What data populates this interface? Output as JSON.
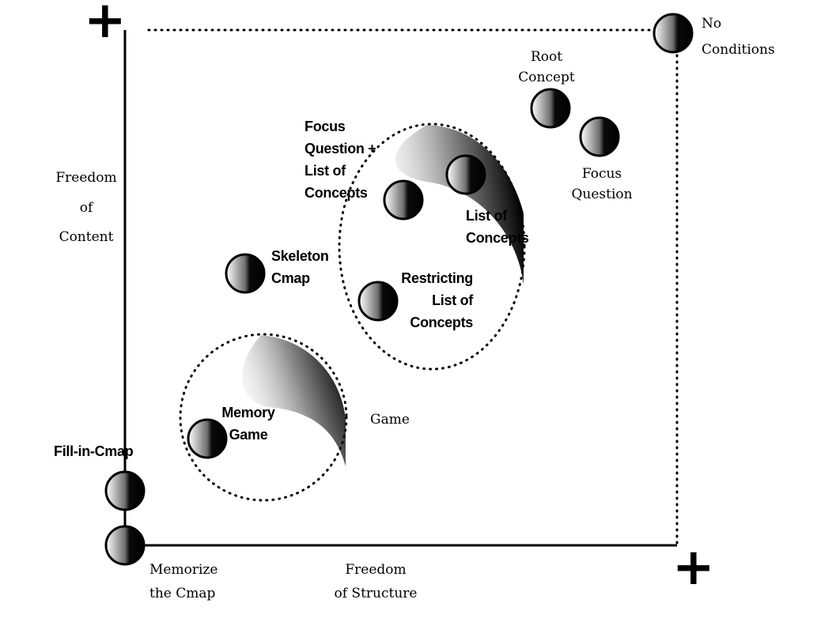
{
  "axes": {
    "y_label_lines": [
      "Freedom",
      "of",
      "Content"
    ],
    "x_label_lines": [
      "Freedom",
      "of Structure"
    ],
    "plus_symbol": "+"
  },
  "nodes": {
    "no_conditions": [
      "No",
      "Conditions"
    ],
    "root_concept": [
      "Root",
      "Concept"
    ],
    "focus_question": [
      "Focus",
      "Question"
    ],
    "focus_question_list": [
      "Focus",
      "Question +",
      "List of",
      "Concepts"
    ],
    "list_of_concepts": [
      "List of",
      "Concepts"
    ],
    "skeleton_cmap": [
      "Skeleton",
      "Cmap"
    ],
    "restricting_list": [
      "Restricting",
      "List of",
      "Concepts"
    ],
    "memory_game": [
      "Memory",
      "Game"
    ],
    "game_region": "Game",
    "fill_in_cmap": "Fill-in-Cmap",
    "memorize_cmap": [
      "Memorize",
      "the Cmap"
    ]
  },
  "colors": {
    "ink": "#000000",
    "background": "#ffffff"
  }
}
